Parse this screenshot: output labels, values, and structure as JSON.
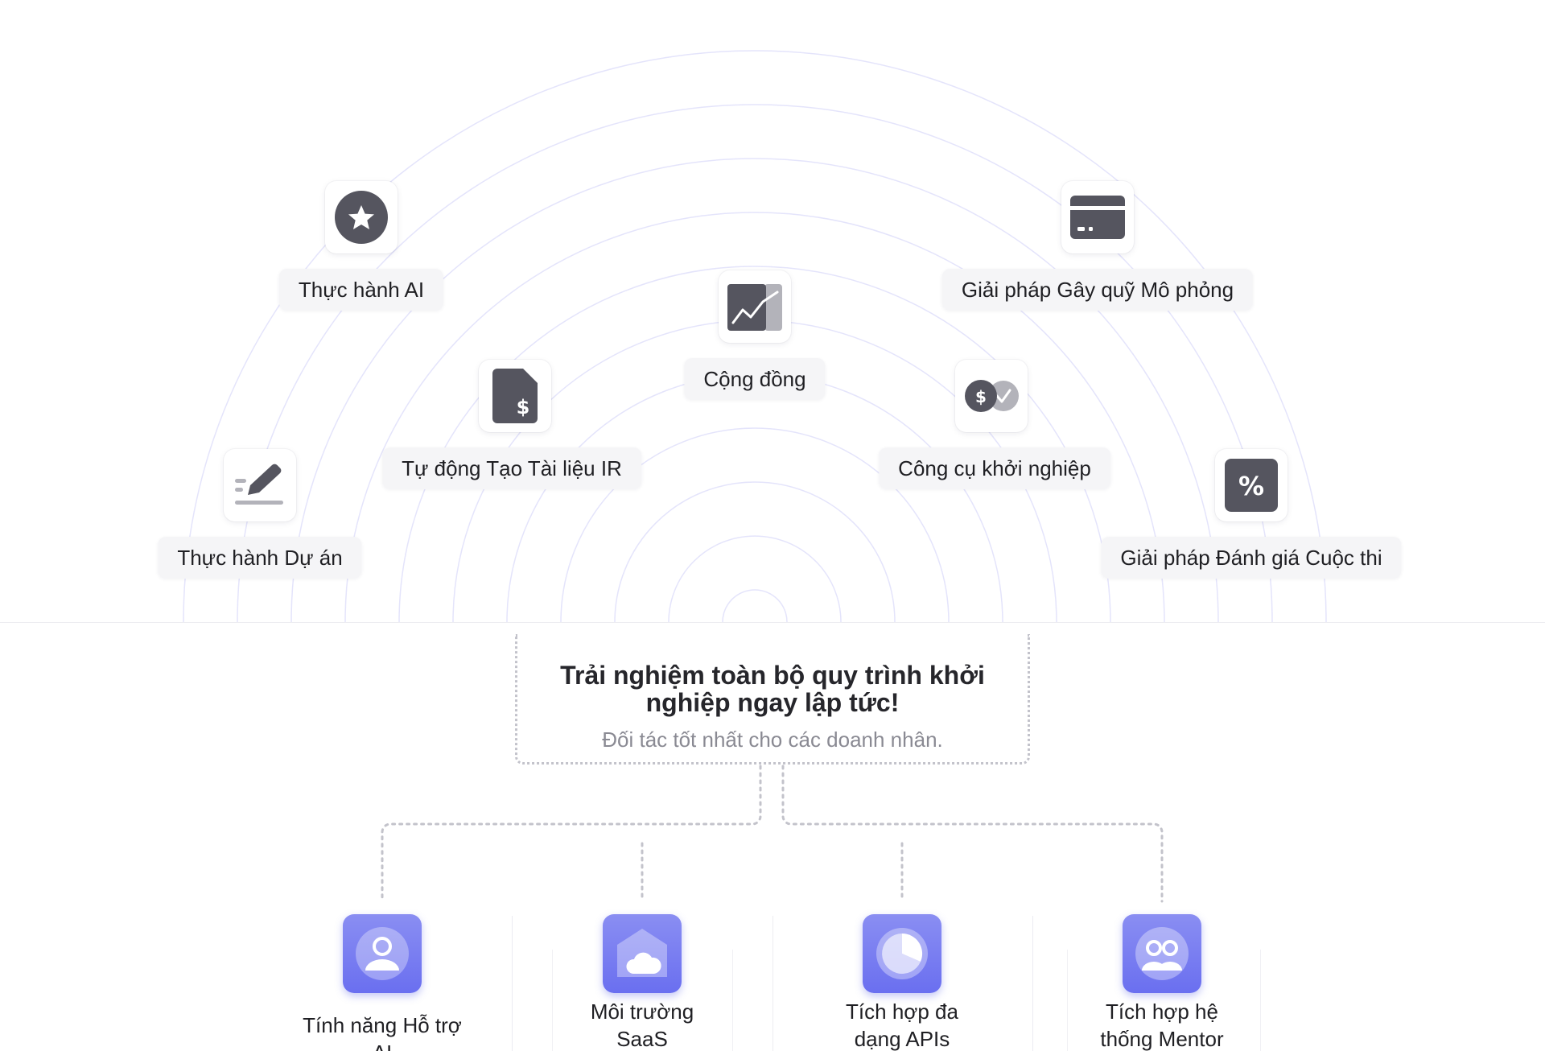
{
  "features": [
    {
      "label": "Thực hành AI",
      "icon": "star-circle-icon"
    },
    {
      "label": "Giải pháp Gây quỹ Mô phỏng",
      "icon": "credit-card-icon"
    },
    {
      "label": "Cộng đồng",
      "icon": "trend-chart-icon"
    },
    {
      "label": "Tự động Tạo Tài liệu IR",
      "icon": "dollar-document-icon"
    },
    {
      "label": "Công cụ khởi nghiệp",
      "icon": "coins-icon"
    },
    {
      "label": "Thực hành Dự án",
      "icon": "pen-lines-icon"
    },
    {
      "label": "Giải pháp Đánh giá Cuộc thi",
      "icon": "percent-icon"
    }
  ],
  "center": {
    "title_line1": "Trải nghiệm toàn bộ quy trình khởi",
    "title_line2": "nghiệp ngay lập tức!",
    "subtitle": "Đối tác tốt nhất cho các doanh nhân."
  },
  "bottom": [
    {
      "line1": "Tính năng Hỗ trợ AI",
      "line2": "",
      "icon": "user-profile-icon"
    },
    {
      "line1": "Môi trường",
      "line2": "SaaS",
      "icon": "cloud-home-icon"
    },
    {
      "line1": "Tích hợp đa",
      "line2": "dạng APIs",
      "icon": "pie-chart-icon"
    },
    {
      "line1": "Tích hợp hệ",
      "line2": "thống Mentor",
      "icon": "group-icon"
    }
  ],
  "colors": {
    "icon_dark": "#55555f",
    "icon_light": "#b3b3ba",
    "accent": "#6a6ff0",
    "ring": "#e4e4fb",
    "dotted": "#c3c3cb"
  }
}
